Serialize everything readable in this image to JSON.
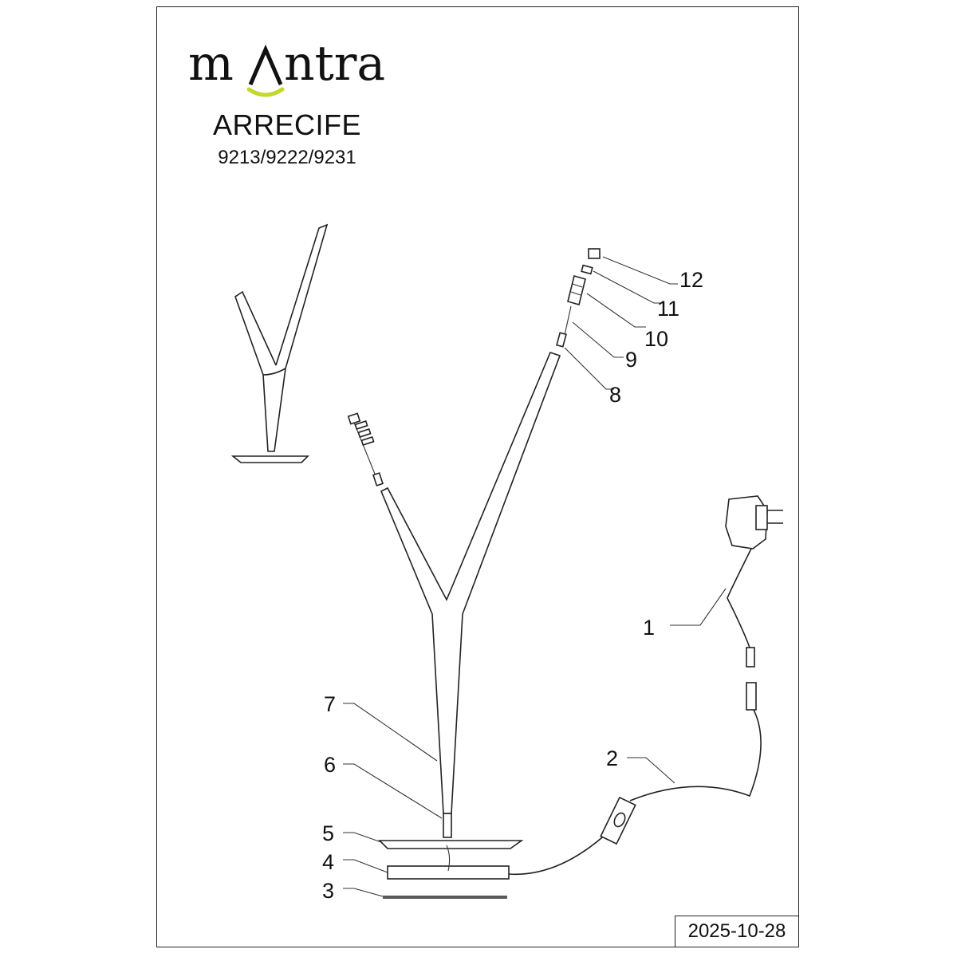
{
  "brand": {
    "name": "mantra",
    "accent_color": "#c5d62e"
  },
  "product": {
    "title": "ARRECIFE",
    "codes": "9213/9222/9231"
  },
  "date": "2025-10-28",
  "callouts": [
    {
      "number": "1"
    },
    {
      "number": "2"
    },
    {
      "number": "3"
    },
    {
      "number": "4"
    },
    {
      "number": "5"
    },
    {
      "number": "6"
    },
    {
      "number": "7"
    },
    {
      "number": "8"
    },
    {
      "number": "9"
    },
    {
      "number": "10"
    },
    {
      "number": "11"
    },
    {
      "number": "12"
    }
  ]
}
